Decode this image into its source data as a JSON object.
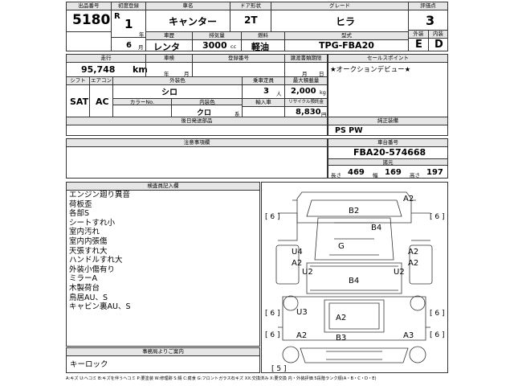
{
  "header": {
    "lot_label": "出品番号",
    "lot": "5180",
    "first_reg_label": "初度登録",
    "era": "R",
    "year": "1",
    "year_unit": "年",
    "month": "6",
    "month_unit": "月",
    "car_name_label": "車名",
    "car_name": "キャンター",
    "door_label": "ドア形状",
    "door": "2T",
    "grade_label": "グレード",
    "grade": "ヒラ",
    "score_label": "評価点",
    "score": "3",
    "exterior_label": "外装",
    "exterior": "E",
    "interior_label": "内装",
    "interior": "D",
    "usage_label": "車歴",
    "usage": "レンタ",
    "displacement_label": "排気量",
    "displacement": "3000",
    "displacement_unit": "cc",
    "fuel_label": "燃料",
    "fuel": "軽油",
    "model_label": "型式",
    "model": "TPG-FBA20"
  },
  "mid": {
    "mileage_label": "走行",
    "mileage": "95,748",
    "mileage_unit": "km",
    "inspection_label": "車検",
    "insp_year": "年",
    "insp_month": "月",
    "registration_label": "登録番号",
    "transfer_label": "譲渡書類期限",
    "transfer_month": "月",
    "transfer_day": "日",
    "shift_label": "シフト",
    "shift": "SAT",
    "ac_label": "エアコン",
    "ac": "AC",
    "color_label": "外装色",
    "color": "シロ",
    "color_no_label": "カラーNo.",
    "interior_color_label": "内装色",
    "interior_color": "クロ",
    "interior_color_unit": "系",
    "capacity_label": "乗車定員",
    "capacity": "3",
    "capacity_unit": "人",
    "load_label": "最大積載量",
    "load": "2,000",
    "load_unit": "kg",
    "import_label": "輸入車",
    "recycle_label": "リサイクル預託金",
    "recycle": "8,830",
    "recycle_unit": "円",
    "aftermarket_label": "後日発送部品",
    "sales_point_label": "セールスポイント",
    "sales_point": "★オークションデビュー★",
    "equipment_label": "純正装備",
    "equipment": "PS PW"
  },
  "notes": {
    "caution_label": "注意事項欄",
    "chassis_label": "車台番号",
    "chassis": "FBA20-574668",
    "dims_label": "諸元",
    "length_label": "長さ",
    "length": "469",
    "width_label": "幅",
    "width": "169",
    "height_label": "高さ",
    "height": "197"
  },
  "inspector": {
    "label": "検査員記入欄",
    "items": [
      "エンジン廻り異音",
      "荷板歪",
      "各部S",
      "シートすれ小",
      "室内汚れ",
      "室内内張傷",
      "天張すれ大",
      "ハンドルすれ大",
      "外装小傷有り",
      "ミラーA",
      "木製荷台",
      "鳥居AU、S",
      "キャビン裏AU、S"
    ]
  },
  "office": {
    "label": "事務局よりご案内",
    "text": "キーロック"
  },
  "diagram": {
    "codes": [
      "A2",
      "B2",
      "B4",
      "G",
      "U4",
      "A2",
      "U2",
      "A2",
      "U4",
      "A2",
      "U2",
      "B4",
      "U3",
      "A2",
      "A2",
      "B3",
      "A3",
      "A2"
    ],
    "brackets": [
      "[ 6 ]",
      "[ 6 ]",
      "[ 6 ]",
      "[ 6 ]",
      "[ 6 ]",
      "[ 6 ]",
      "[ 5 ]"
    ]
  },
  "footer": "A:キズ U:ヘコミ B:キズを伴うヘコミ P:要塗装 W:修理跡 S:錆 C:腐食 G:フロントガラス石キズ XX:交換済み X:要交換 内・外装評価 5段階ランク順(A・B・C・D・E)"
}
